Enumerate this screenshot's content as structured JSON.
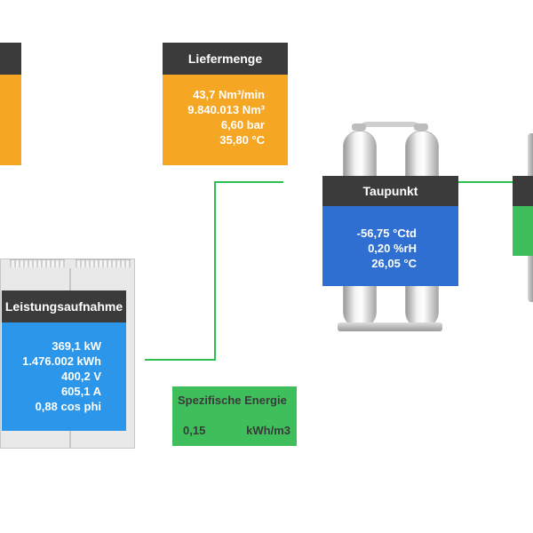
{
  "colors": {
    "header": "#3b3b3b",
    "orange": "#f5a623",
    "blue": "#2f6fd1",
    "light_blue": "#2b96ea",
    "green": "#3fbf5b",
    "connector": "#2ec04e"
  },
  "liefermenge": {
    "title": "Liefermenge",
    "values": [
      "43,7 Nm³/min",
      "9.840.013 Nm³",
      "6,60 bar",
      "35,80 °C"
    ]
  },
  "taupunkt": {
    "title": "Taupunkt",
    "values": [
      "-56,75 °Ctd",
      "0,20 %rH",
      "26,05 °C"
    ]
  },
  "leistungsaufnahme": {
    "title": "Leistungsaufnahme",
    "values": [
      "369,1 kW",
      "1.476.002 kWh",
      "400,2 V",
      "605,1 A",
      "0,88 cos phi"
    ]
  },
  "spezifische_energie": {
    "title": "Spezifische Energie",
    "value": "0,15",
    "unit": "kWh/m3"
  }
}
